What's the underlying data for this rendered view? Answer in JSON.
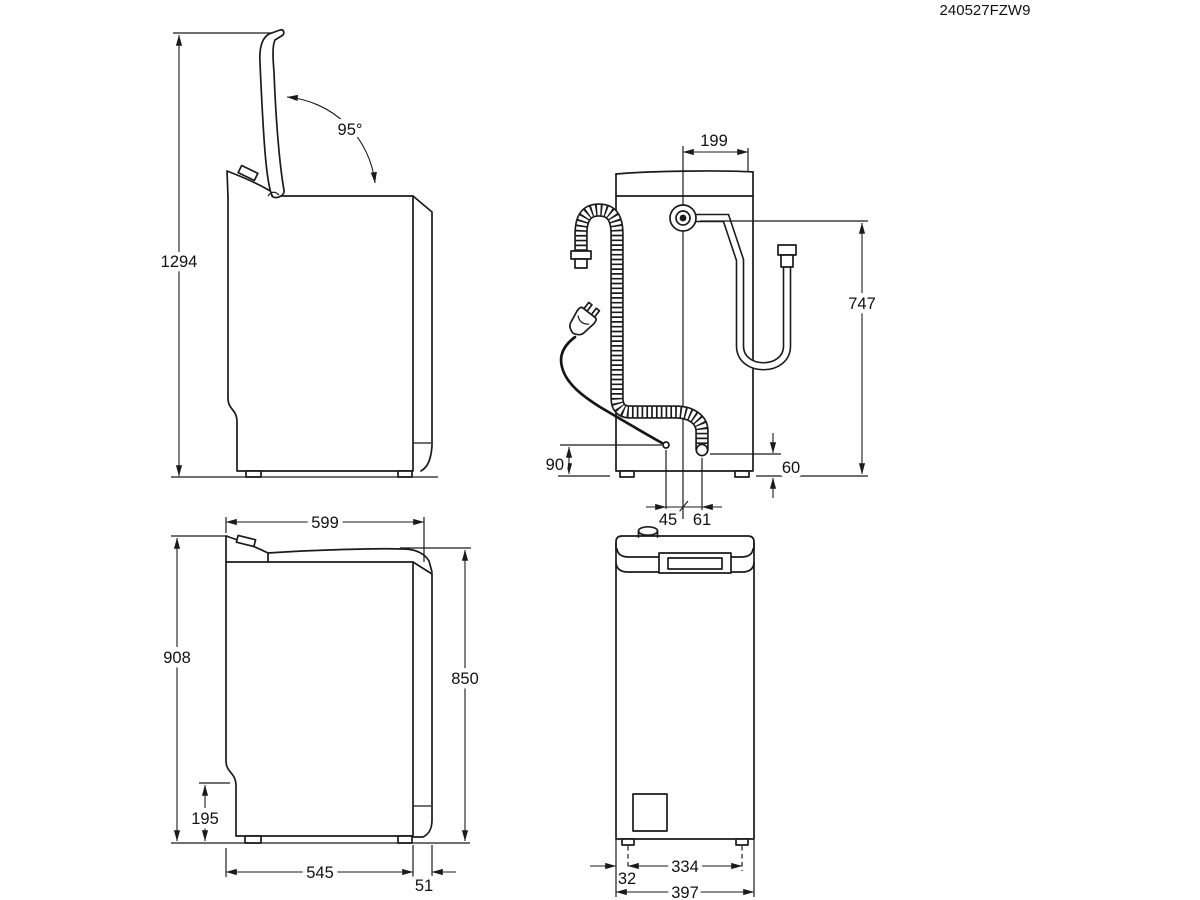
{
  "document": {
    "drawing_number": "240527FZW9"
  },
  "views": {
    "side_open": {
      "title": "side view, lid open",
      "dims": {
        "total_height": "1294",
        "lid_angle": "95°"
      }
    },
    "rear": {
      "title": "rear view with hoses",
      "dims": {
        "inlet_offset": "199",
        "inlet_hose_height": "747",
        "cord_height": "90",
        "drain_height": "60",
        "cord_offset": "45",
        "drain_offset": "61"
      }
    },
    "side_closed": {
      "title": "side view, lid closed",
      "dims": {
        "depth": "599",
        "front_height": "908",
        "rear_height": "850",
        "recess_height": "195",
        "base_depth": "545",
        "rear_overhang": "51"
      }
    },
    "front": {
      "title": "front view",
      "dims": {
        "feet_spacing": "334",
        "foot_inset": "32",
        "width": "397"
      }
    }
  }
}
